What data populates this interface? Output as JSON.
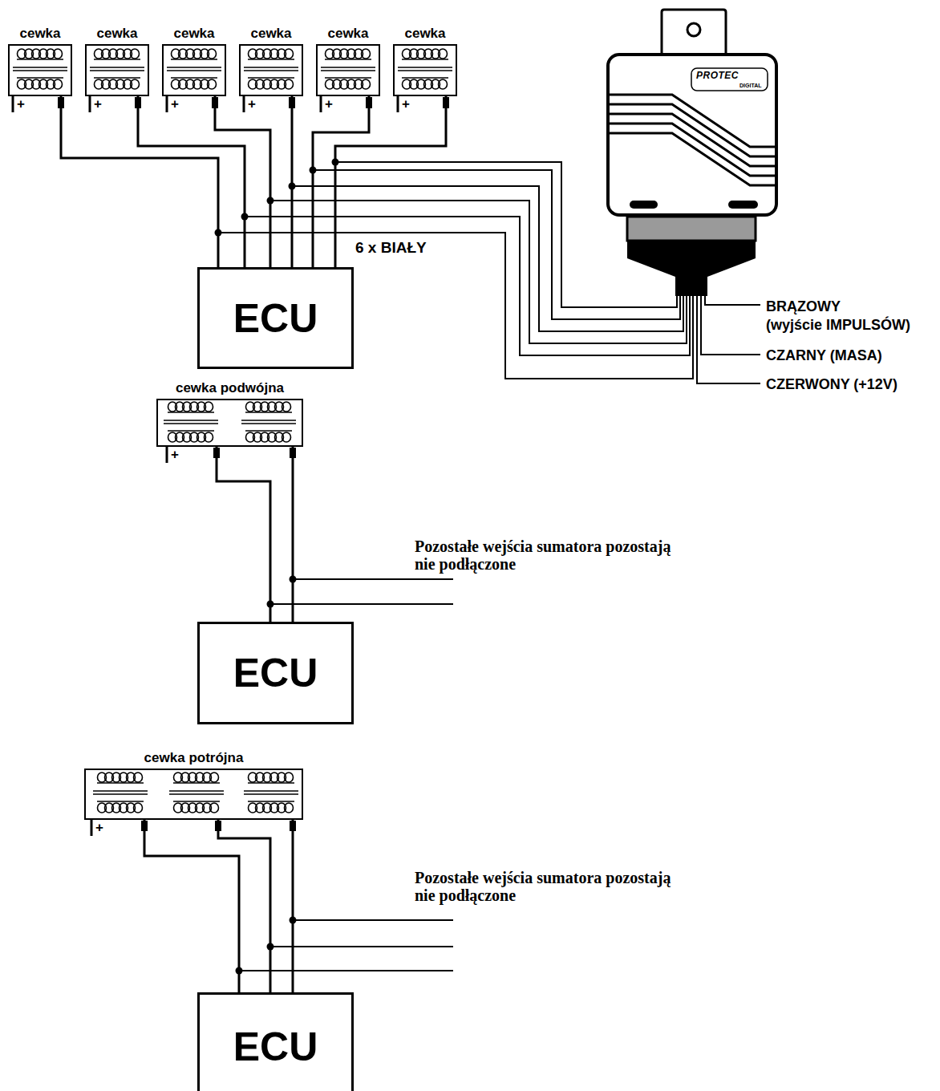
{
  "diagram": {
    "nodes": [
      {
        "text": [
          "cewka",
          "+"
        ]
      },
      {
        "text": [
          "cewka",
          "+"
        ]
      },
      {
        "text": [
          "cewka",
          "+"
        ]
      },
      {
        "text": [
          "cewka",
          "+"
        ]
      },
      {
        "text": [
          "cewka",
          "+"
        ]
      },
      {
        "text": [
          "cewka",
          "+"
        ]
      },
      {
        "text": [
          "PROTEC",
          "DIGITAL"
        ]
      },
      {
        "text": [
          "ECU"
        ]
      },
      {
        "text": [
          "cewka podwójna",
          "+"
        ]
      },
      {
        "text": [
          "ECU"
        ]
      },
      {
        "text": [
          "cewka potrójna",
          "+"
        ]
      },
      {
        "text": [
          "ECU"
        ]
      }
    ],
    "edges": [
      {
        "from": 0,
        "to": 7,
        "arrow": "none"
      },
      {
        "from": 1,
        "to": 7,
        "arrow": "none"
      },
      {
        "from": 2,
        "to": 7,
        "arrow": "none"
      },
      {
        "from": 3,
        "to": 7,
        "arrow": "none"
      },
      {
        "from": 4,
        "to": 7,
        "arrow": "none"
      },
      {
        "from": 5,
        "to": 7,
        "arrow": "none"
      },
      {
        "from": 0,
        "to": 6,
        "arrow": "none"
      },
      {
        "from": 1,
        "to": 6,
        "arrow": "none"
      },
      {
        "from": 2,
        "to": 6,
        "arrow": "none"
      },
      {
        "from": 3,
        "to": 6,
        "arrow": "none"
      },
      {
        "from": 4,
        "to": 6,
        "arrow": "none"
      },
      {
        "from": 5,
        "to": 6,
        "arrow": "none"
      },
      {
        "from": 8,
        "to": 9,
        "arrow": "none"
      },
      {
        "from": 8,
        "to": 9,
        "arrow": "none"
      },
      {
        "from": 10,
        "to": 11,
        "arrow": "none"
      },
      {
        "from": 10,
        "to": 11,
        "arrow": "none"
      },
      {
        "from": 10,
        "to": 11,
        "arrow": "none"
      }
    ],
    "labels": [
      "6 x BIAŁY",
      "BRĄZOWY",
      "(wyjście IMPULSÓW)",
      "CZARNY (MASA)",
      "CZERWONY (+12V)",
      "Pozostałe wejścia sumatora pozostają nie podłączone",
      "Pozostałe wejścia sumatora pozostają nie podłączone"
    ]
  }
}
